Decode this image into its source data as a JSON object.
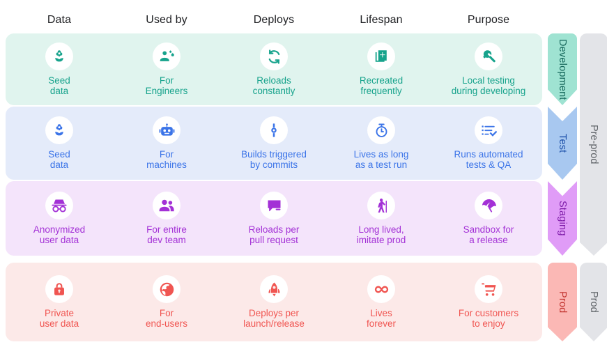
{
  "columns": [
    "Data",
    "Used by",
    "Deploys",
    "Lifespan",
    "Purpose"
  ],
  "colors": {
    "development_accent": "#17a38c",
    "development_bg": "#e0f4ee",
    "development_band": "#9fe3d2",
    "test_accent": "#3b74e8",
    "test_bg": "#e4ebfa",
    "test_band": "#a8c8f0",
    "staging_accent": "#a331d6",
    "staging_bg": "#f4e4fb",
    "staging_band": "#e09cf7",
    "prod_accent": "#f05551",
    "prod_bg": "#fce9e8",
    "prod_band": "#fbb8b5",
    "group_band": "#e3e4e8",
    "header_text": "#202124"
  },
  "rows": [
    {
      "stage": "Development",
      "cells": [
        {
          "icon": "flower-seedling-icon",
          "label": "Seed\ndata"
        },
        {
          "icon": "engineer-gears-icon",
          "label": "For\nEngineers"
        },
        {
          "icon": "refresh-loop-icon",
          "label": "Reloads\nconstantly"
        },
        {
          "icon": "library-add-icon",
          "label": "Recreated\nfrequently"
        },
        {
          "icon": "wrench-icon",
          "label": "Local testing\nduring developing"
        }
      ]
    },
    {
      "stage": "Test",
      "cells": [
        {
          "icon": "flower-seedling-icon",
          "label": "Seed\ndata"
        },
        {
          "icon": "robot-icon",
          "label": "For\nmachines"
        },
        {
          "icon": "commit-icon",
          "label": "Builds triggered\nby commits"
        },
        {
          "icon": "stopwatch-icon",
          "label": "Lives as long\nas a test run"
        },
        {
          "icon": "checklist-icon",
          "label": "Runs automated\ntests & QA"
        }
      ]
    },
    {
      "stage": "Staging",
      "cells": [
        {
          "icon": "incognito-icon",
          "label": "Anonymized\nuser data"
        },
        {
          "icon": "people-group-icon",
          "label": "For entire\ndev team"
        },
        {
          "icon": "comment-chat-icon",
          "label": "Reloads per\npull request"
        },
        {
          "icon": "elderly-walking-icon",
          "label": "Long lived,\nimitate prod"
        },
        {
          "icon": "beach-umbrella-icon",
          "label": "Sandbox for\na release"
        }
      ]
    },
    {
      "stage": "Prod",
      "cells": [
        {
          "icon": "lock-icon",
          "label": "Private\nuser data"
        },
        {
          "icon": "globe-icon",
          "label": "For\nend-users"
        },
        {
          "icon": "rocket-launch-icon",
          "label": "Deploys per\nlaunch/release"
        },
        {
          "icon": "infinity-icon",
          "label": "Lives\nforever"
        },
        {
          "icon": "shopping-cart-icon",
          "label": "For customers\nto enjoy"
        }
      ]
    }
  ],
  "groups": [
    {
      "label": "Pre-prod"
    },
    {
      "label": "Prod"
    }
  ]
}
